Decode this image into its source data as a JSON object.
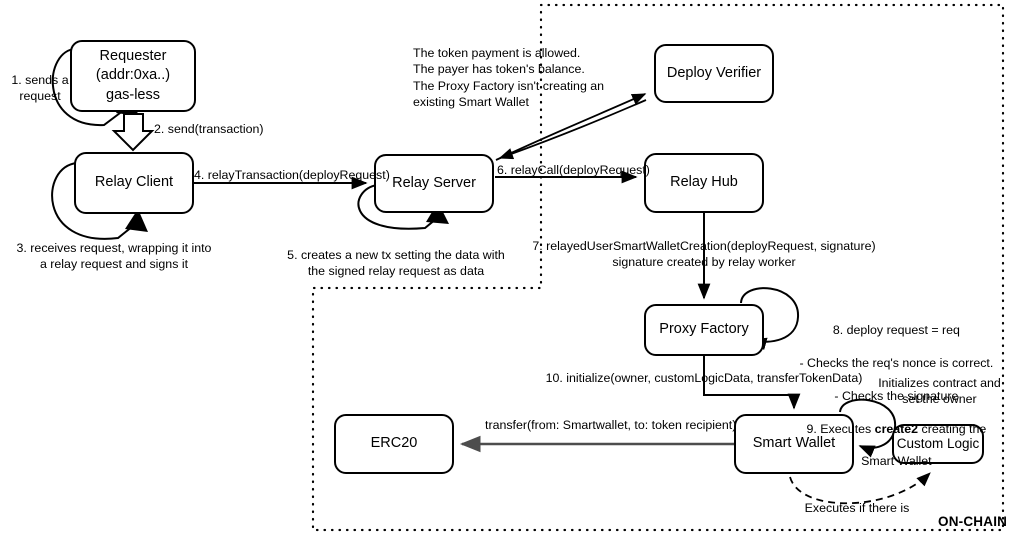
{
  "diagram": {
    "title_label": "ON-CHAIN",
    "nodes": {
      "requester": "Requester\n(addr:0xa..)\ngas-less",
      "relay_client": "Relay Client",
      "relay_server": "Relay Server",
      "deploy_verifier": "Deploy Verifier",
      "relay_hub": "Relay Hub",
      "proxy_factory": "Proxy Factory",
      "erc20": "ERC20",
      "smart_wallet": "Smart Wallet",
      "custom_logic": "Custom Logic"
    },
    "edges": {
      "step1": "1. sends a\nrequest",
      "step2": "2. send(transaction)",
      "step3": "3. receives request, wrapping it into\na relay request and signs it",
      "step4": "4. relayTransaction(deployRequest)",
      "step5": "5. creates a new tx setting the data with\nthe signed relay request as data",
      "step6": "6. relayCall(deployRequest)",
      "step7": "7. relayedUserSmartWalletCreation(deployRequest, signature)\nsignature created by relay worker",
      "step8_line1": "8. deploy request = req",
      "step8_line2": "- Checks the req's nonce is correct.",
      "step8_line3": "- Checks the signature",
      "step9_pre": "9. Executes ",
      "step9_bold": "create2",
      "step9_post": " creating the",
      "step9_line2": "Smart Wallet",
      "step10": "10. initialize(owner, customLogicData, transferTokenData)",
      "transfer": "transfer(from: Smartwallet, to: token recipient)",
      "verifier_note": "The token payment is allowed.\nThe payer has token's balance.\nThe Proxy Factory isn't creating an\nexisting Smart Wallet",
      "initializes_note": "Initializes contract and\nset the owner",
      "executes_note": "Executes if there is"
    },
    "colors": {
      "stroke": "#000000",
      "transfer_arrow": "#4d4d4d",
      "background": "#ffffff"
    }
  }
}
